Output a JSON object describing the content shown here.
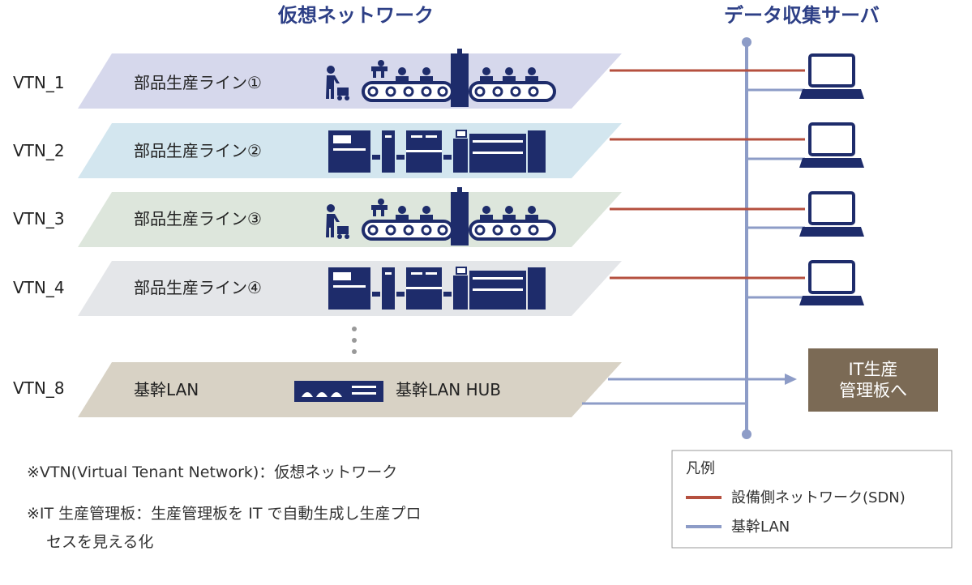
{
  "headers": {
    "virtual_network": "仮想ネットワーク",
    "data_server": "データ収集サーバ"
  },
  "layers": [
    {
      "vtn": "VTN_1",
      "label": "部品生産ライン①",
      "color": "#d6d8ec",
      "equipment": "conveyor-line"
    },
    {
      "vtn": "VTN_2",
      "label": "部品生産ライン②",
      "color": "#d3e6ef",
      "equipment": "machine-line"
    },
    {
      "vtn": "VTN_3",
      "label": "部品生産ライン③",
      "color": "#dde6dc",
      "equipment": "conveyor-line"
    },
    {
      "vtn": "VTN_4",
      "label": "部品生産ライン④",
      "color": "#e4e6e9",
      "equipment": "machine-line"
    },
    {
      "vtn": "VTN_8",
      "label": "基幹LAN",
      "hub_label": "基幹LAN HUB",
      "color": "#d8d2c5",
      "equipment": "hub"
    }
  ],
  "it_board": {
    "line1": "IT生産",
    "line2": "管理板へ"
  },
  "notes": {
    "note1": "※VTN(Virtual Tenant Network)：仮想ネットワーク",
    "note2_line1": "※IT 生産管理板：生産管理板を IT で自動生成し生産プロ",
    "note2_line2": "セスを見える化"
  },
  "legend": {
    "title": "凡例",
    "sdn_label": "設備側ネットワーク(SDN)",
    "lan_label": "基幹LAN"
  },
  "colors": {
    "sdn_line": "#b5503f",
    "lan_line": "#8d9cc7",
    "equipment": "#1e2c6b"
  }
}
